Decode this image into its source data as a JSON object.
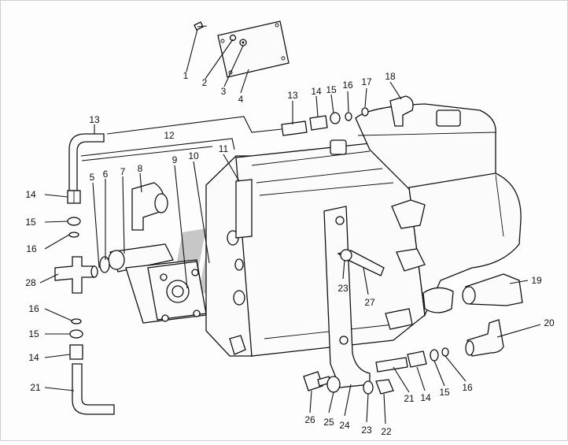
{
  "diagram": {
    "callouts": [
      {
        "id": "c1",
        "text": "1"
      },
      {
        "id": "c2",
        "text": "2"
      },
      {
        "id": "c3",
        "text": "3"
      },
      {
        "id": "c4",
        "text": "4"
      },
      {
        "id": "c5",
        "text": "5"
      },
      {
        "id": "c6",
        "text": "6"
      },
      {
        "id": "c7",
        "text": "7"
      },
      {
        "id": "c8",
        "text": "8"
      },
      {
        "id": "c9",
        "text": "9"
      },
      {
        "id": "c10",
        "text": "10"
      },
      {
        "id": "c11",
        "text": "11"
      },
      {
        "id": "c12",
        "text": "12"
      },
      {
        "id": "c13a",
        "text": "13"
      },
      {
        "id": "c13b",
        "text": "13"
      },
      {
        "id": "c14a",
        "text": "14"
      },
      {
        "id": "c14b",
        "text": "14"
      },
      {
        "id": "c14c",
        "text": "14"
      },
      {
        "id": "c14d",
        "text": "14"
      },
      {
        "id": "c15a",
        "text": "15"
      },
      {
        "id": "c15b",
        "text": "15"
      },
      {
        "id": "c15c",
        "text": "15"
      },
      {
        "id": "c15d",
        "text": "15"
      },
      {
        "id": "c16a",
        "text": "16"
      },
      {
        "id": "c16b",
        "text": "16"
      },
      {
        "id": "c16c",
        "text": "16"
      },
      {
        "id": "c16d",
        "text": "16"
      },
      {
        "id": "c17",
        "text": "17"
      },
      {
        "id": "c18",
        "text": "18"
      },
      {
        "id": "c19",
        "text": "19"
      },
      {
        "id": "c20",
        "text": "20"
      },
      {
        "id": "c21a",
        "text": "21"
      },
      {
        "id": "c21b",
        "text": "21"
      },
      {
        "id": "c22",
        "text": "22"
      },
      {
        "id": "c23a",
        "text": "23"
      },
      {
        "id": "c23b",
        "text": "23"
      },
      {
        "id": "c24",
        "text": "24"
      },
      {
        "id": "c25",
        "text": "25"
      },
      {
        "id": "c26",
        "text": "26"
      },
      {
        "id": "c27",
        "text": "27"
      },
      {
        "id": "c28",
        "text": "28"
      }
    ]
  }
}
